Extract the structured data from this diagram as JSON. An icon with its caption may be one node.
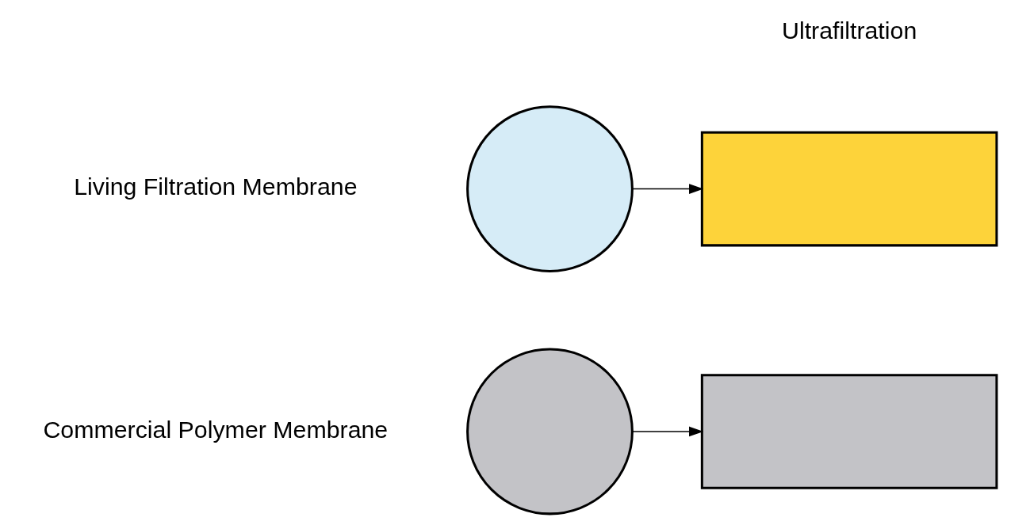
{
  "diagram": {
    "nodes": [
      {
        "text": [],
        "shape": "circle"
      },
      {
        "text": [],
        "shape": "box"
      },
      {
        "text": [],
        "shape": "circle"
      },
      {
        "text": [],
        "shape": "box"
      }
    ],
    "edges": [
      {
        "from": 0,
        "to": 1,
        "arrow": "to"
      },
      {
        "from": 2,
        "to": 3,
        "arrow": "to"
      }
    ],
    "labels": [
      "Living Filtration Membrane",
      "Ultrafiltration",
      "Commercial Polymer Membrane"
    ]
  }
}
